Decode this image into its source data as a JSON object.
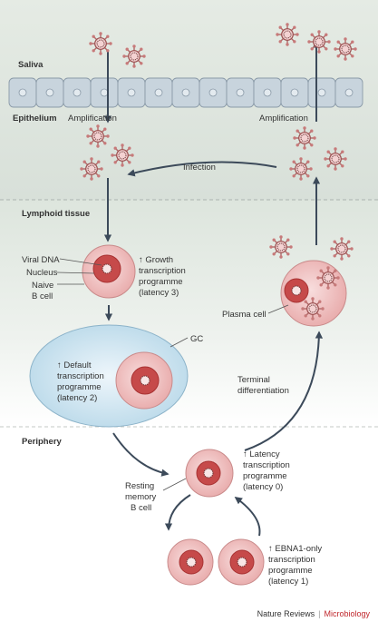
{
  "sections": {
    "saliva": "Saliva",
    "epithelium": "Epithelium",
    "lymphoid": "Lymphoid tissue",
    "periphery": "Periphery"
  },
  "labels": {
    "amplification_left": "Amplification",
    "amplification_right": "Amplification",
    "infection": "Infection",
    "viral_dna": "Viral DNA",
    "nucleus": "Nucleus",
    "naive_line1": "Naive",
    "naive_line2": "B cell",
    "growth_line1": "↑ Growth",
    "growth_line2": "transcription",
    "growth_line3": "programme",
    "growth_line4": "(latency 3)",
    "gc": "GC",
    "default_line1": "↑ Default",
    "default_line2": "transcription",
    "default_line3": "programme",
    "default_line4": "(latency 2)",
    "plasma": "Plasma cell",
    "terminal_line1": "Terminal",
    "terminal_line2": "differentiation",
    "latency0_line1": "↑ Latency",
    "latency0_line2": "transcription",
    "latency0_line3": "programme",
    "latency0_line4": "(latency 0)",
    "resting_line1": "Resting",
    "resting_line2": "memory",
    "resting_line3": "B cell",
    "ebna_line1": "↑ EBNA1-only",
    "ebna_line2": "transcription",
    "ebna_line3": "programme",
    "ebna_line4": "(latency 1)"
  },
  "credit": {
    "publisher": "Nature Reviews",
    "separator": "|",
    "journal": "Microbiology"
  },
  "colors": {
    "tissue_band": "#dfe6df",
    "epithelium_cell": "#c7d3dc",
    "cell_fill": "#f0c4c4",
    "nucleus_fill": "#c64a4a",
    "gc_fill": "#bfdcea",
    "arrow": "#3c4a5a",
    "journal_accent": "#c0282d"
  }
}
